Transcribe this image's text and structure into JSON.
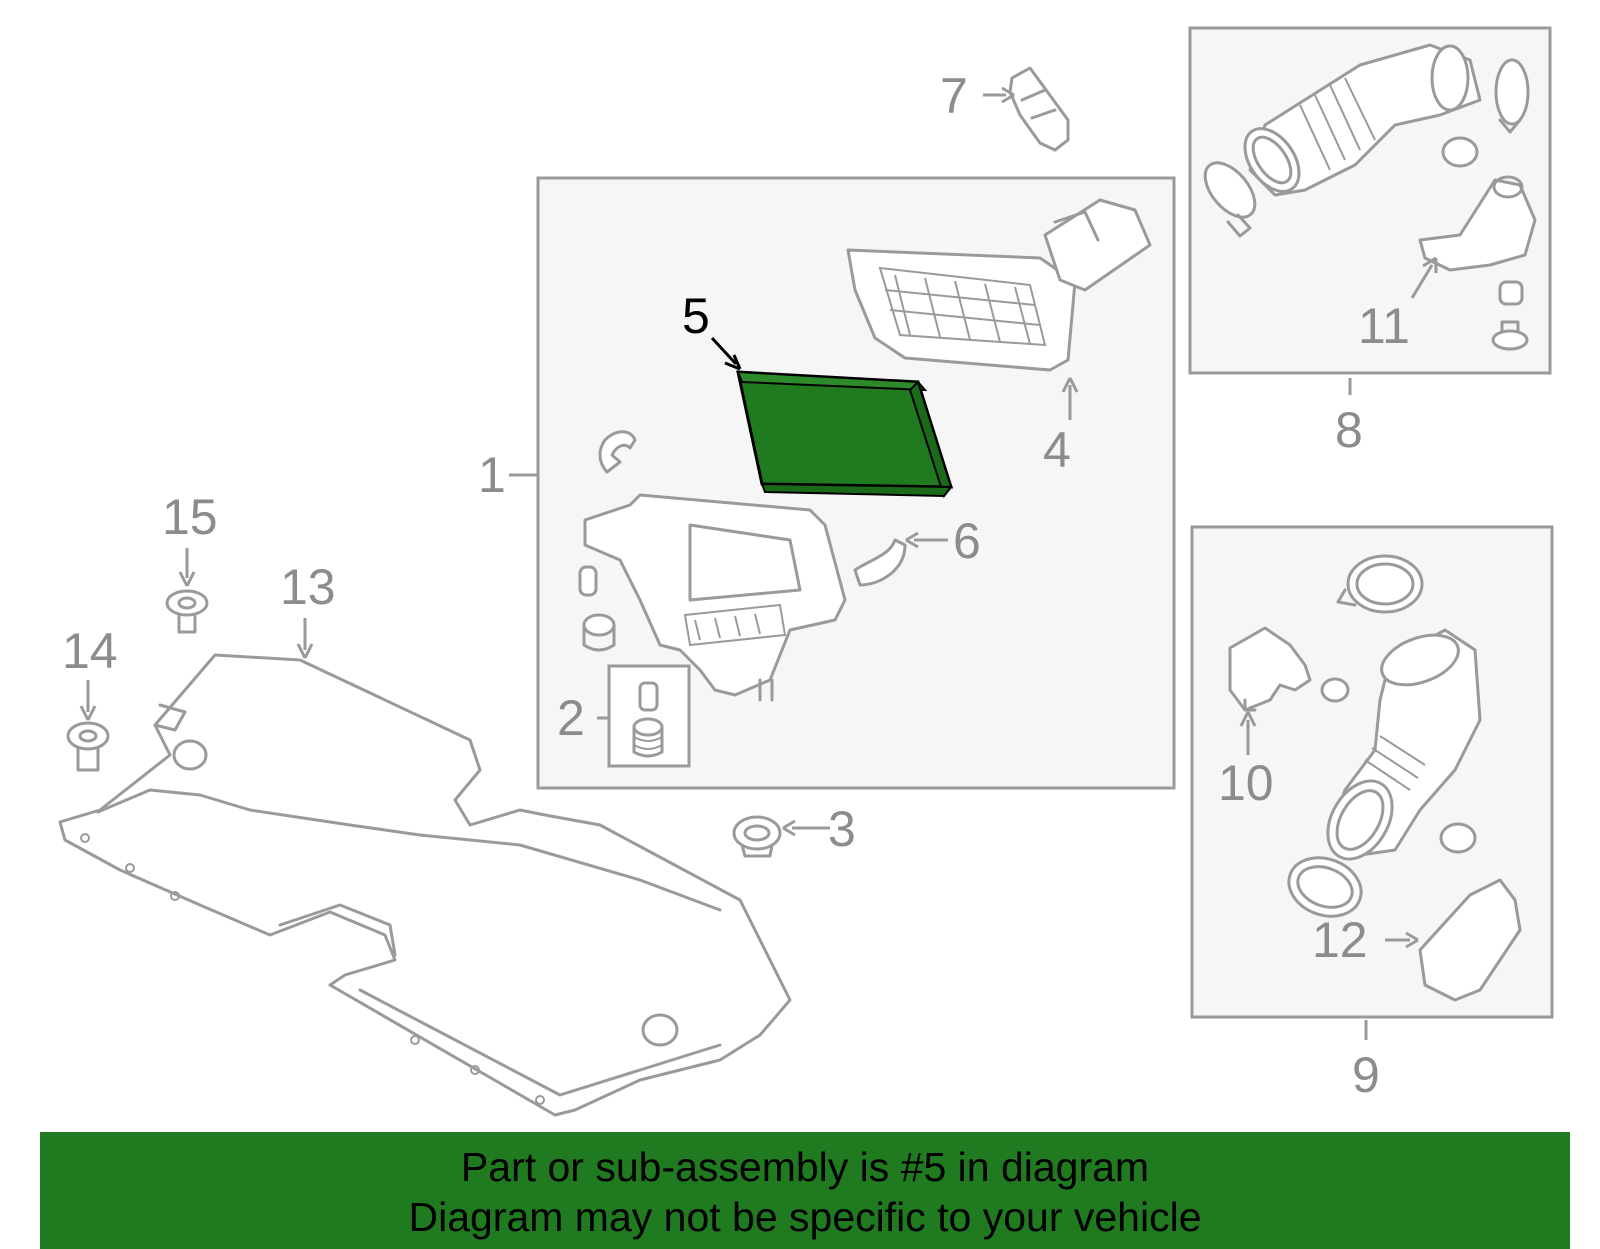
{
  "callouts": [
    {
      "id": "1",
      "label": "1"
    },
    {
      "id": "2",
      "label": "2"
    },
    {
      "id": "3",
      "label": "3"
    },
    {
      "id": "4",
      "label": "4"
    },
    {
      "id": "5",
      "label": "5"
    },
    {
      "id": "6",
      "label": "6"
    },
    {
      "id": "7",
      "label": "7"
    },
    {
      "id": "8",
      "label": "8"
    },
    {
      "id": "9",
      "label": "9"
    },
    {
      "id": "10",
      "label": "10"
    },
    {
      "id": "11",
      "label": "11"
    },
    {
      "id": "12",
      "label": "12"
    },
    {
      "id": "13",
      "label": "13"
    },
    {
      "id": "14",
      "label": "14"
    },
    {
      "id": "15",
      "label": "15"
    }
  ],
  "highlight": {
    "part": "5",
    "color": "#207a1f"
  },
  "banner": {
    "line1": "Part or sub-assembly is #5 in diagram",
    "line2": "Diagram may not be specific to your vehicle",
    "color": "#207a1f"
  }
}
